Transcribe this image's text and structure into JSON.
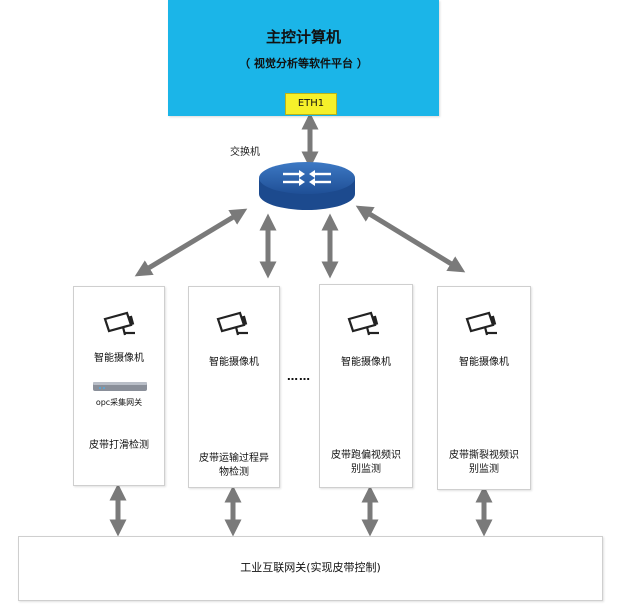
{
  "host": {
    "title": "主控计算机",
    "subtitle": "（  视觉分析等软件平台     ）",
    "port": "ETH1"
  },
  "switch": {
    "label": "交换机"
  },
  "cameras": [
    {
      "name": "智能摄像机",
      "device": "opc采集网关",
      "function": "皮带打滑检测"
    },
    {
      "name": "智能摄像机",
      "function": "皮带运输过程异物检测"
    },
    {
      "name": "智能摄像机",
      "function": "皮带跑偏视频识别监测"
    },
    {
      "name": "智能摄像机",
      "function": "皮带撕裂视频识别监测"
    }
  ],
  "ellipsis": "……",
  "gateway": {
    "label": "工业互联网关(实现皮带控制)"
  }
}
